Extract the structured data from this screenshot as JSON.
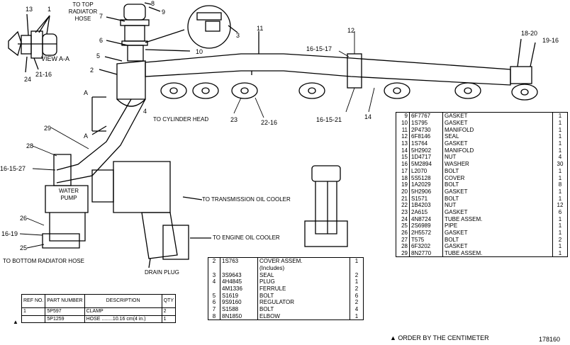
{
  "callouts": {
    "c13": "13",
    "c1": "1",
    "c24": "24",
    "c21_16": "21-16",
    "view_aa": "VIEW A-A",
    "c7": "7",
    "c8": "8",
    "c9": "9",
    "c6": "6",
    "c5": "5",
    "c2": "2",
    "c10": "10",
    "c3": "3",
    "c11": "11",
    "c12": "12",
    "c16_15_17": "16-15-17",
    "c18_20": "18-20",
    "c19_16": "19-16",
    "c4": "4",
    "c23": "23",
    "c22_16": "22-16",
    "c16_15_21": "16-15-21",
    "c14": "14",
    "c29": "29",
    "c28": "28",
    "c16_15_27": "16-15-27",
    "c26": "26",
    "c16_19": "16-19",
    "c25": "25",
    "a_top": "A",
    "a_bottom": "A"
  },
  "labels": {
    "to_top_radiator": "TO TOP RADIATOR HOSE",
    "to_cylinder_head": "TO CYLINDER HEAD",
    "water_pump": "WATER PUMP",
    "to_transmission": "TO TRANSMISSION OIL COOLER",
    "to_engine_oil": "TO ENGINE OIL COOLER",
    "to_bottom_radiator": "TO BOTTOM RADIATOR HOSE",
    "drain_plug": "DRAIN PLUG",
    "order_note": "▲ ORDER BY THE CENTIMETER",
    "doc_number": "178160"
  },
  "left_table": {
    "headers": {
      "ref": "REF NO.",
      "part": "PART NUMBER",
      "desc": "DESCRIPTION",
      "qty": "QTY"
    },
    "rows": [
      {
        "mark": "",
        "ref": "1",
        "part": "5P597",
        "desc": "CLAMP",
        "qty": "2"
      },
      {
        "mark": "▲",
        "ref": "",
        "part": "5P1259",
        "desc": "HOSE ........10.16 cm(4 in.)",
        "qty": "1"
      }
    ]
  },
  "mid_table": {
    "rows": [
      {
        "ref": "2",
        "part": "1S763",
        "desc": "COVER ASSEM.",
        "qty": "1"
      },
      {
        "ref": "",
        "part": "",
        "desc": "(Includes)",
        "qty": ""
      },
      {
        "ref": "3",
        "part": "3S9643",
        "desc": "SEAL",
        "qty": "2"
      },
      {
        "ref": "4",
        "part": "4H4845",
        "desc": "PLUG",
        "qty": "1"
      },
      {
        "ref": "",
        "part": "4M1336",
        "desc": "FERRULE",
        "qty": "2"
      },
      {
        "ref": "5",
        "part": "S1619",
        "desc": "BOLT",
        "qty": "6"
      },
      {
        "ref": "6",
        "part": "9S9160",
        "desc": "REGULATOR",
        "qty": "2"
      },
      {
        "ref": "7",
        "part": "S1588",
        "desc": "BOLT",
        "qty": "4"
      },
      {
        "ref": "8",
        "part": "8N1850",
        "desc": "ELBOW",
        "qty": "1"
      }
    ]
  },
  "right_table": {
    "rows": [
      {
        "ref": "9",
        "part": "6F7767",
        "desc": "GASKET",
        "qty": "1"
      },
      {
        "ref": "10",
        "part": "1S795",
        "desc": "GASKET",
        "qty": "1"
      },
      {
        "ref": "11",
        "part": "2P4730",
        "desc": "MANIFOLD",
        "qty": "1"
      },
      {
        "ref": "12",
        "part": "6F8146",
        "desc": "SEAL",
        "qty": "1"
      },
      {
        "ref": "13",
        "part": "1S764",
        "desc": "GASKET",
        "qty": "1"
      },
      {
        "ref": "14",
        "part": "5H2902",
        "desc": "MANIFOLD",
        "qty": "1"
      },
      {
        "ref": "15",
        "part": "1D4717",
        "desc": "NUT",
        "qty": "4"
      },
      {
        "ref": "16",
        "part": "5M2894",
        "desc": "WASHER",
        "qty": "30"
      },
      {
        "ref": "17",
        "part": "L2070",
        "desc": "BOLT",
        "qty": "1"
      },
      {
        "ref": "18",
        "part": "5S5128",
        "desc": "COVER",
        "qty": "1"
      },
      {
        "ref": "19",
        "part": "1A2029",
        "desc": "BOLT",
        "qty": "8"
      },
      {
        "ref": "20",
        "part": "5H2906",
        "desc": "GASKET",
        "qty": "1"
      },
      {
        "ref": "21",
        "part": "S1571",
        "desc": "BOLT",
        "qty": "1"
      },
      {
        "ref": "22",
        "part": "1B4203",
        "desc": "NUT",
        "qty": "12"
      },
      {
        "ref": "23",
        "part": "2A615",
        "desc": "GASKET",
        "qty": "6"
      },
      {
        "ref": "24",
        "part": "4N8724",
        "desc": "TUBE ASSEM.",
        "qty": "1"
      },
      {
        "ref": "25",
        "part": "2S6989",
        "desc": "PIPE",
        "qty": "1"
      },
      {
        "ref": "26",
        "part": "2H5572",
        "desc": "GASKET",
        "qty": "1"
      },
      {
        "ref": "27",
        "part": "T575",
        "desc": "BOLT",
        "qty": "2"
      },
      {
        "ref": "28",
        "part": "6F3202",
        "desc": "GASKET",
        "qty": "1"
      },
      {
        "ref": "29",
        "part": "8N2770",
        "desc": "TUBE ASSEM.",
        "qty": "1"
      }
    ]
  }
}
